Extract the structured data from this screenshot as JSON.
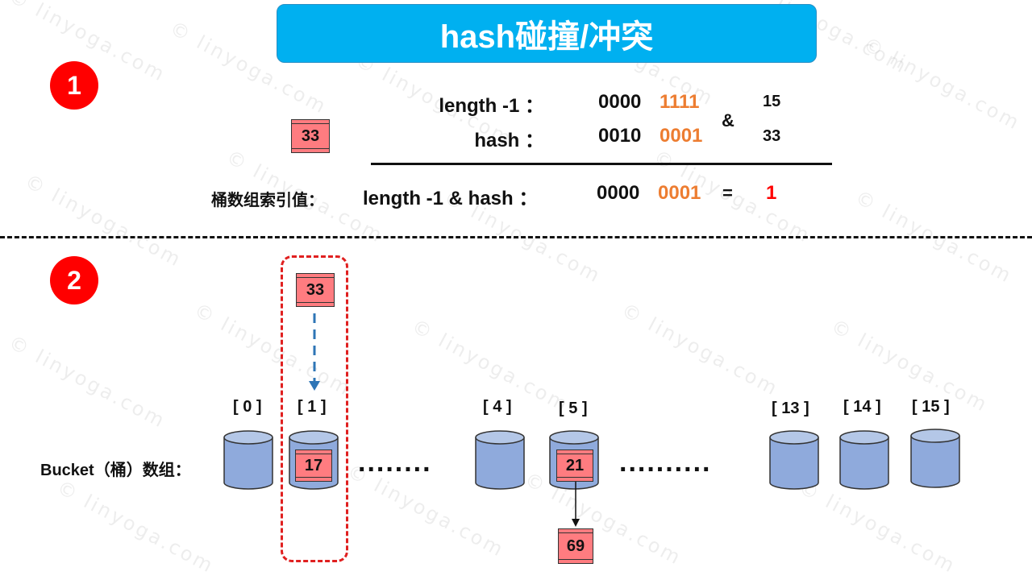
{
  "title": "hash碰撞/冲突",
  "watermark": "© linyoga.com",
  "steps": [
    "1",
    "2"
  ],
  "calc": {
    "length_label": "length -1 ：",
    "length_bits_a": "0000",
    "length_bits_b": "1111",
    "length_dec": "15",
    "hash_label": "hash ：",
    "hash_bits_a": "0010",
    "hash_bits_b": "0001",
    "hash_dec": "33",
    "and_sign": "&",
    "node_value": "33",
    "result_caption": "桶数组索引值：",
    "result_expr": "length -1 & hash ：",
    "result_bits_a": "0000",
    "result_bits_b": "0001",
    "equals": "=",
    "result_value": "1"
  },
  "buckets": {
    "label": "Bucket（桶）数组：",
    "indices": [
      "[ 0 ]",
      "[ 1 ]",
      "[ 4 ]",
      "[ 5 ]",
      "[ 13 ]",
      "[ 14 ]",
      "[ 15 ]"
    ],
    "dots": [
      "........",
      ".........."
    ],
    "incoming_node": "33",
    "bucket1_node": "17",
    "bucket5_node": "21",
    "chained_node": "69"
  },
  "colors": {
    "title_bg": "#00b0f0",
    "step_bg": "#ff0000",
    "node_fill": "#ff7c80",
    "bucket_fill": "#8faadc",
    "bits_highlight": "#ed7d31",
    "result": "#ff0000",
    "highlight_border": "#e02020",
    "arrow": "#2e75b6"
  }
}
